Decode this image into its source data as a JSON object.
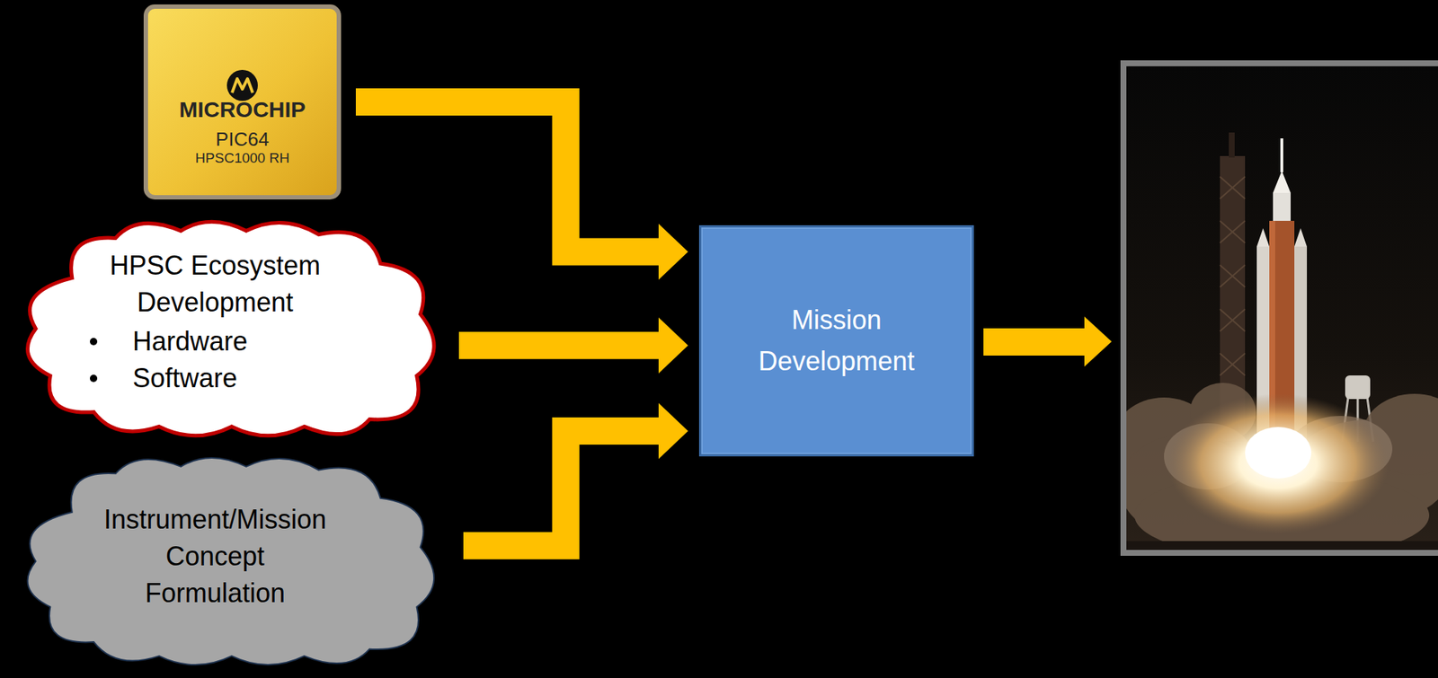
{
  "diagram": {
    "nodes": [
      {
        "text": [
          "MICROCHIP",
          "PIC64",
          "HPSC1000 RH"
        ]
      },
      {
        "text": [
          "HPSC Ecosystem Development",
          "Hardware",
          "Software"
        ]
      },
      {
        "text": [
          "Instrument/Mission Concept Formulation"
        ]
      },
      {
        "text": [
          "Mission Development"
        ]
      }
    ],
    "edges": [
      {
        "from": 0,
        "to": 3,
        "arrow": "to"
      },
      {
        "from": 1,
        "to": 3,
        "arrow": "to"
      },
      {
        "from": 2,
        "to": 3,
        "arrow": "to"
      }
    ]
  }
}
